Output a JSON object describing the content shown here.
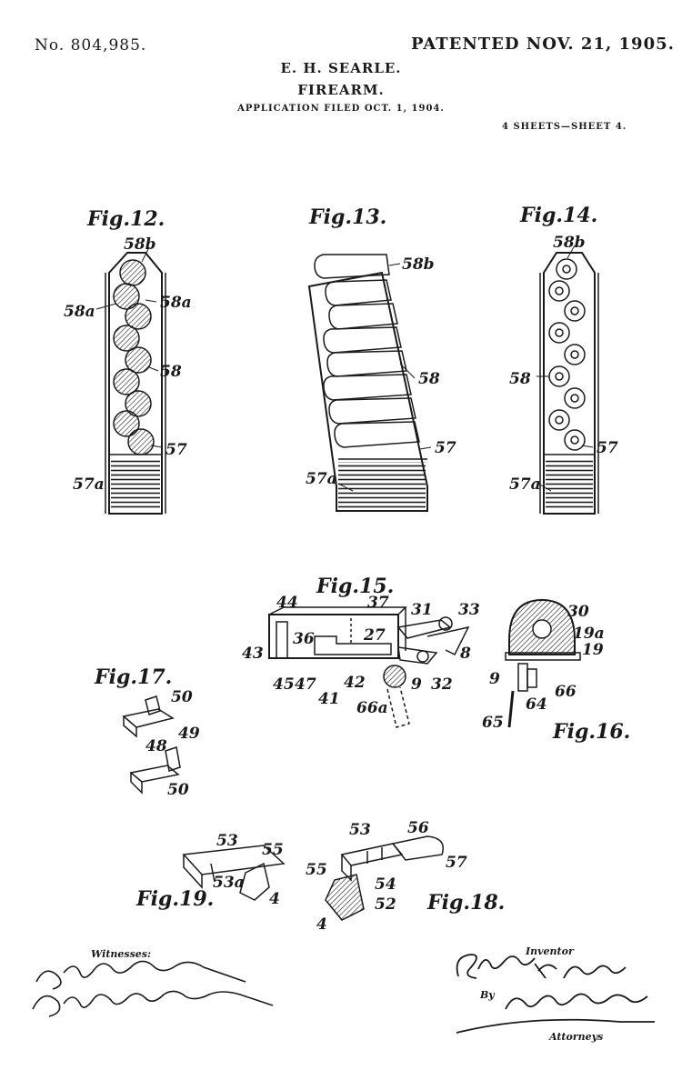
{
  "header": {
    "patent_number": "No. 804,985.",
    "patent_date": "PATENTED NOV. 21, 1905.",
    "inventor_name": "E. H. SEARLE.",
    "title": "FIREARM.",
    "application": "APPLICATION FILED OCT. 1, 1904.",
    "sheet": "4 SHEETS—SHEET 4."
  },
  "figures": {
    "fig12": {
      "title": "Fig.12.",
      "labels": [
        "58b",
        "58a",
        "58a",
        "58",
        "57",
        "57a"
      ]
    },
    "fig13": {
      "title": "Fig.13.",
      "labels": [
        "58b",
        "58",
        "57",
        "57a"
      ]
    },
    "fig14": {
      "title": "Fig.14.",
      "labels": [
        "58b",
        "58",
        "57",
        "57a"
      ]
    },
    "fig15": {
      "title": "Fig.15.",
      "labels": [
        "44",
        "37",
        "31",
        "33",
        "36",
        "27",
        "43",
        "8",
        "45",
        "47",
        "42",
        "41",
        "9",
        "32",
        "66a"
      ]
    },
    "fig16": {
      "title": "Fig.16.",
      "labels": [
        "30",
        "19a",
        "19",
        "9",
        "66",
        "64",
        "65"
      ]
    },
    "fig17": {
      "title": "Fig.17.",
      "labels": [
        "50",
        "48",
        "49",
        "50"
      ]
    },
    "fig18": {
      "title": "Fig.18.",
      "labels": [
        "53",
        "56",
        "55",
        "57",
        "54",
        "52",
        "4"
      ]
    },
    "fig19": {
      "title": "Fig.19.",
      "labels": [
        "53",
        "55",
        "53a",
        "4"
      ]
    }
  },
  "signatures": {
    "witnesses_label": "Witnesses:",
    "inventor_label": "Inventor",
    "by_label": "By",
    "attorneys_label": "Attorneys"
  }
}
